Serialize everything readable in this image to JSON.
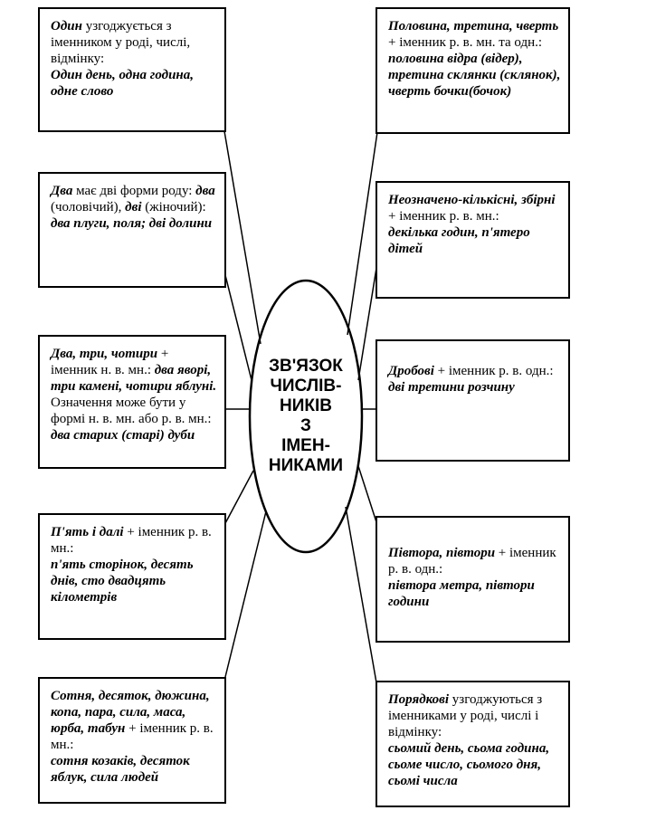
{
  "center": {
    "label": "ЗВ'ЯЗОК\nЧИСЛІВ-\nНИКІВ\nЗ\nІМЕН-\nНИКАМИ"
  },
  "left": [
    {
      "rule_kw": "Один",
      "rule": " узгоджується з іменником у роді, числі, відмінку:",
      "example": "Один день, одна година, одне слово"
    },
    {
      "rule_kw": "Два",
      "rule": " має дві форми роду: ",
      "kw2": "два",
      "rule2": " (чоловічий), ",
      "kw3": "дві",
      "rule3": " (жіночий):",
      "example": "два плуги, поля; дві долини"
    },
    {
      "rule_kw": "Два, три, чотири",
      "rule": " + іменник н. в. мн.: ",
      "example": "два яворі, три камені, чотири яблуні.",
      "rule2": "Означення може бути у формі н. в. мн. або р. в. мн.:",
      "example2": "два старих (старі) дуби"
    },
    {
      "rule_kw": "П'ять і далі",
      "rule": " + іменник р. в. мн.:",
      "example": "п'ять сторінок, десять днів, сто двадцять кілометрів"
    },
    {
      "rule_kw": "Сотня, десяток, дюжина, копа, пара, сила, маса, юрба, табун",
      "rule": " + іменник р. в. мн.:",
      "example": "сотня козаків, десяток яблук, сила людей"
    }
  ],
  "right": [
    {
      "rule_kw": "Половина, третина, чверть",
      "rule": " + іменник р. в. мн. та одн.:",
      "example": "половина відра (відер), третина склянки (склянок), чверть бочки(бочок)"
    },
    {
      "rule_kw": "Неозначено-кількісні, збірні",
      "rule": " + іменник р. в. мн.:",
      "example": "декілька годин, п'ятеро дітей"
    },
    {
      "rule_kw": "Дробові",
      "rule": " + іменник р. в. одн.:",
      "example": "дві третини розчину"
    },
    {
      "rule_kw": "Півтора, півтори",
      "rule": " + іменник р. в. одн.:",
      "example": "півтора метра, півтори години"
    },
    {
      "rule_kw": "Порядкові",
      "rule": " узгоджуються з іменниками у роді, числі і відмінку:",
      "example": "сьомий день, сьома година, сьоме число, сьомого дня, сьомі числа"
    }
  ]
}
